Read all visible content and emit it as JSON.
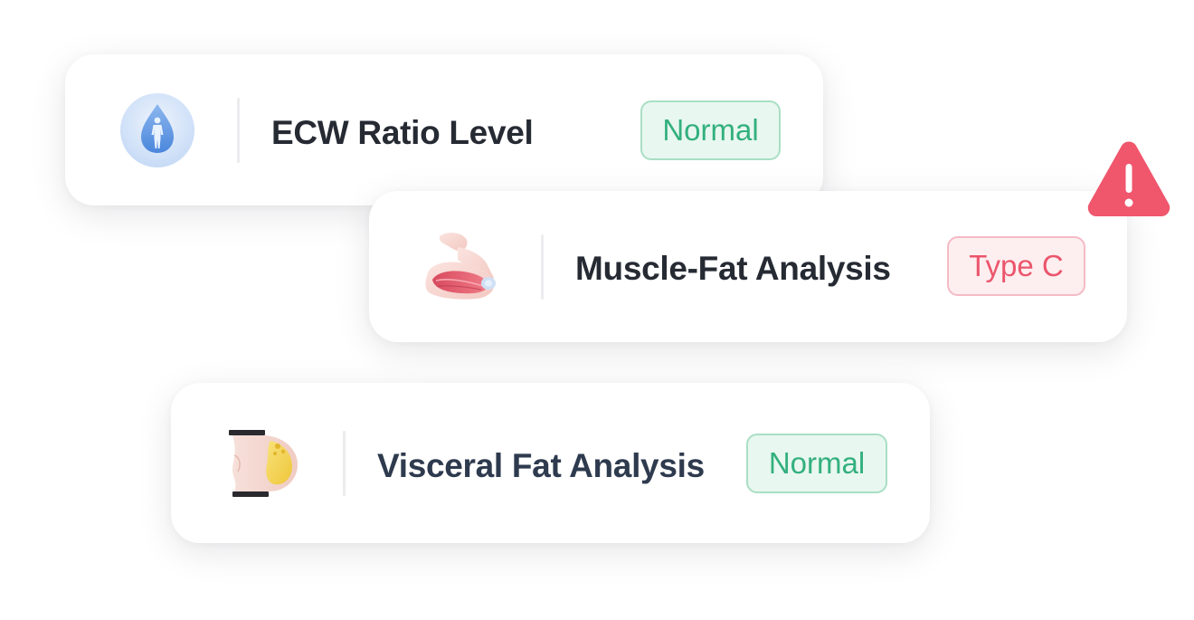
{
  "cards": [
    {
      "icon": "water-drop-body-icon",
      "title": "ECW Ratio Level",
      "status": "Normal",
      "status_color": "#33b07e"
    },
    {
      "icon": "flexed-arm-muscle-icon",
      "title": "Muscle-Fat Analysis",
      "status": "Type C",
      "status_color": "#eb566c",
      "alert_icon": "warning-triangle-icon"
    },
    {
      "icon": "abdomen-visceral-fat-icon",
      "title": "Visceral Fat Analysis",
      "status": "Normal",
      "status_color": "#33b07e"
    }
  ],
  "colors": {
    "normal_bg": "#e8f7f0",
    "warn_bg": "#fdeef0",
    "alert": "#f0566c"
  }
}
